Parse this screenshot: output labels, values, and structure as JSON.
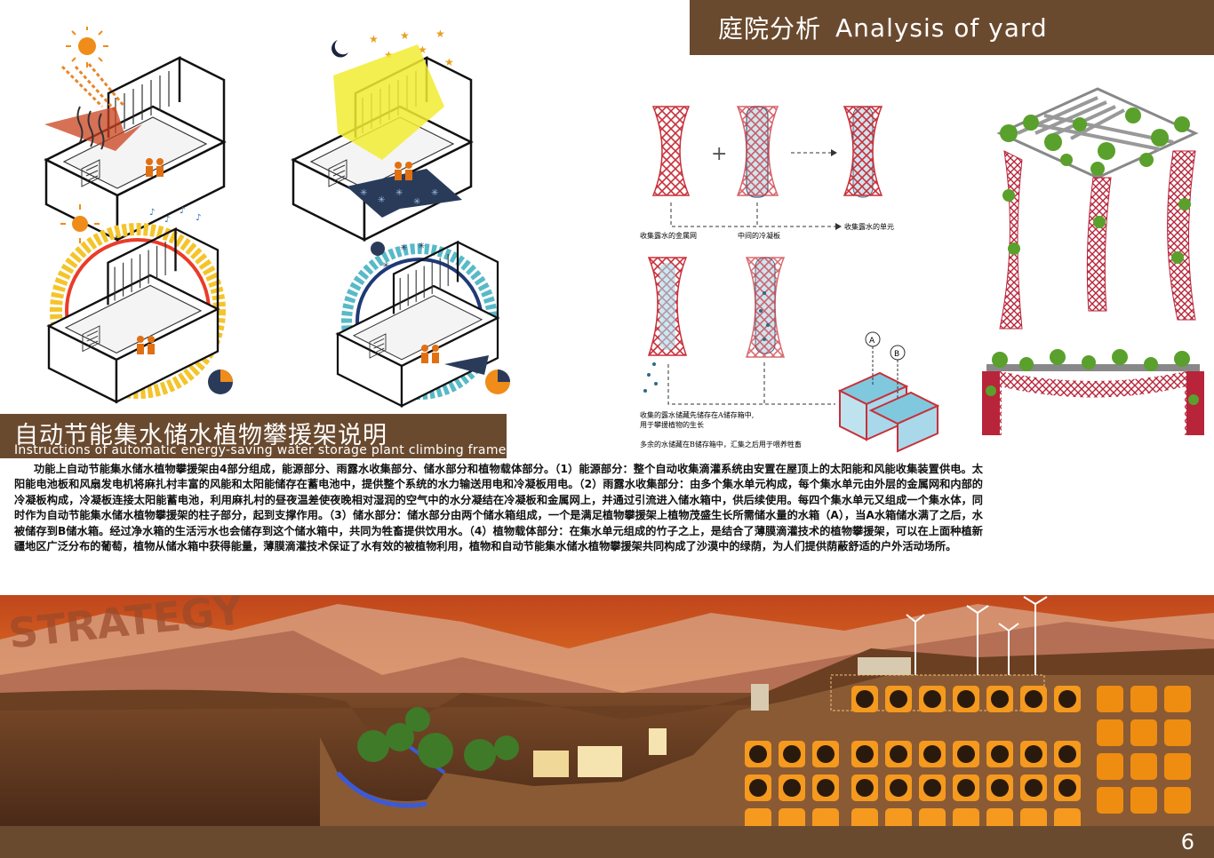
{
  "header": {
    "title_cn": "庭院分析",
    "title_en": "Analysis  of  yard"
  },
  "section": {
    "title_cn": "自动节能集水储水植物攀援架说明",
    "title_en": "Instructions of automatic energy-saving water storage plant climbing frame"
  },
  "body_paragraph": "功能上自动节能集水储水植物攀援架由4部分组成，能源部分、雨露水收集部分、储水部分和植物载体部分。（1）能源部分：整个自动收集滴灌系统由安置在屋顶上的太阳能和风能收集装置供电。太阳能电池板和风扇发电机将麻扎村丰富的风能和太阳能储存在蓄电池中，提供整个系统的水力输送用电和冷凝板用电。（2）雨露水收集部分：由多个集水单元构成，每个集水单元由外层的金属网和内部的冷凝板构成，冷凝板连接太阳能蓄电池，利用麻扎村的昼夜温差使夜晚相对湿润的空气中的水分凝结在冷凝板和金属网上，并通过引流进入储水箱中，供后续使用。每四个集水单元又组成一个集水体，同时作为自动节能集水储水植物攀援架的柱子部分，起到支撑作用。（3）储水部分：储水部分由两个储水箱组成，一个是满足植物攀援架上植物茂盛生长所需储水量的水箱（A），当A水箱储水满了之后，水被储存到B储水箱。经过净水箱的生活污水也会储存到这个储水箱中，共同为牲畜提供饮用水。（4）植物载体部分：在集水单元组成的竹子之上，是结合了薄膜滴灌技术的植物攀援架，可以在上面种植新疆地区广泛分布的葡萄，植物从储水箱中获得能量，薄膜滴灌技术保证了水有效的被植物利用，植物和自动节能集水储水植物攀援架共同构成了沙漠中的绿荫，为人们提供荫蔽舒适的户外活动场所。",
  "diagram_labels": {
    "metal_mesh": "收集露水的金属网",
    "cold_plate": "中间的冷凝板",
    "unit": "收集露水的单元",
    "tank_a": "A",
    "tank_b": "B",
    "store_note_1": "收集的露水储藏先储存在A储存箱中,",
    "store_note_2": "用于攀援植物的生长",
    "excess_note": "多余的水储藏在B储存箱中，汇集之后用于喂养牲畜"
  },
  "strategy_text": "STRATEGY",
  "page_number": "6",
  "colors": {
    "brand_brown": "#6a4a2f",
    "accent_orange": "#f59a1e",
    "mesh_red": "#c8303a",
    "vine_green": "#5aa02c"
  }
}
